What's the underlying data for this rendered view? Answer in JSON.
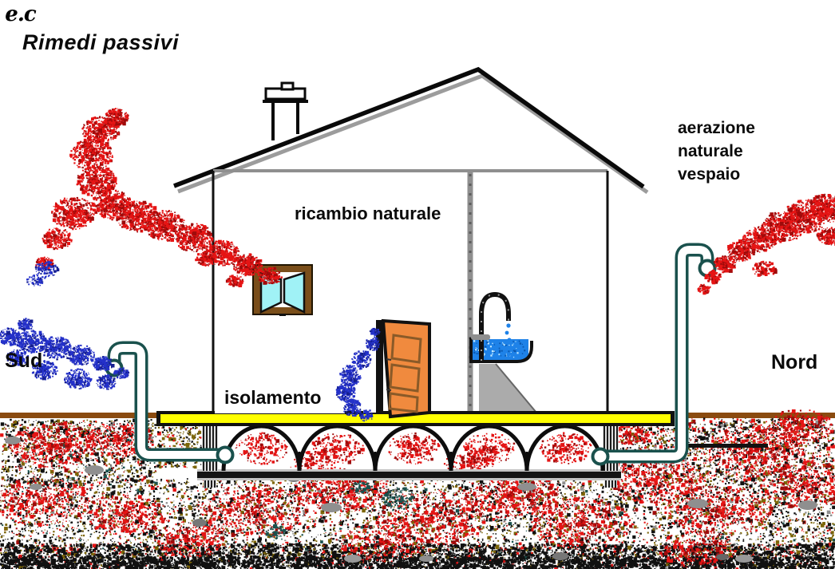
{
  "title": "Rimedi passivi",
  "labels": {
    "room_ventilation": "ricambio naturale",
    "crawlspace_ventilation": [
      "aerazione",
      "naturale",
      "vespaio"
    ],
    "south": "Sud",
    "north": "Nord",
    "insulation": "isolamento",
    "signature": "e.c"
  },
  "colors": {
    "radon_red": "#e51414",
    "radon_red_dark": "#9e0b0b",
    "air_blue": "#2431c9",
    "air_blue_dark": "#161f8f",
    "insulation_yellow": "#ffff00",
    "pipe_teal": "#1a514d",
    "window_glass_cyan": "#a0f2f6",
    "window_frame_brown": "#7a4e1a",
    "door_orange": "#f08a3e",
    "water_blue": "#1e82e8",
    "ground_line_brown": "#8a4b10",
    "soil_olive": "#7d6608",
    "soil_black": "#111111",
    "stone_gray": "#8f8f8f",
    "wall_gray": "#8f8f8f",
    "roof_black": "#0a0a0a"
  }
}
